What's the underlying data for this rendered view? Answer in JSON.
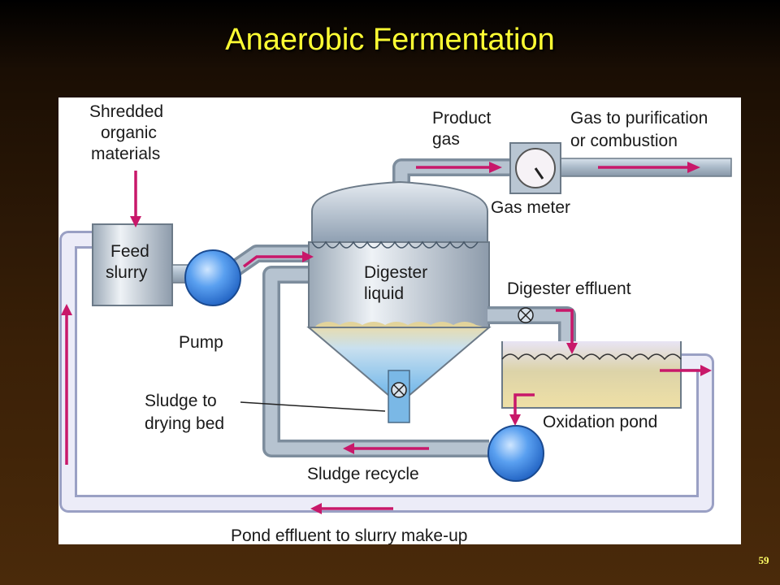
{
  "slide": {
    "title": "Anaerobic Fermentation",
    "number": "59"
  },
  "labels": {
    "shredded": [
      "Shredded",
      "organic",
      "materials"
    ],
    "feed_slurry": [
      "Feed",
      "slurry"
    ],
    "pump": "Pump",
    "product_gas": [
      "Product",
      "gas"
    ],
    "gas_out": [
      "Gas to purification",
      "or combustion"
    ],
    "gas_meter": "Gas meter",
    "digester_liquid": [
      "Digester",
      "liquid"
    ],
    "digester_effluent": "Digester effluent",
    "sludge_drying": [
      "Sludge to",
      "drying bed"
    ],
    "oxidation_pond": "Oxidation pond",
    "sludge_recycle": "Sludge recycle",
    "pond_effluent": "Pond effluent to slurry make-up"
  },
  "colors": {
    "arrow": "#c8186a",
    "pipe": "#a8b8c8",
    "pipe_edge": "#7a8a9a",
    "pump_fill": "#3b82e6",
    "sludge": "#e8d7a0",
    "water": "#b8d8f0",
    "title": "#ffff33"
  }
}
